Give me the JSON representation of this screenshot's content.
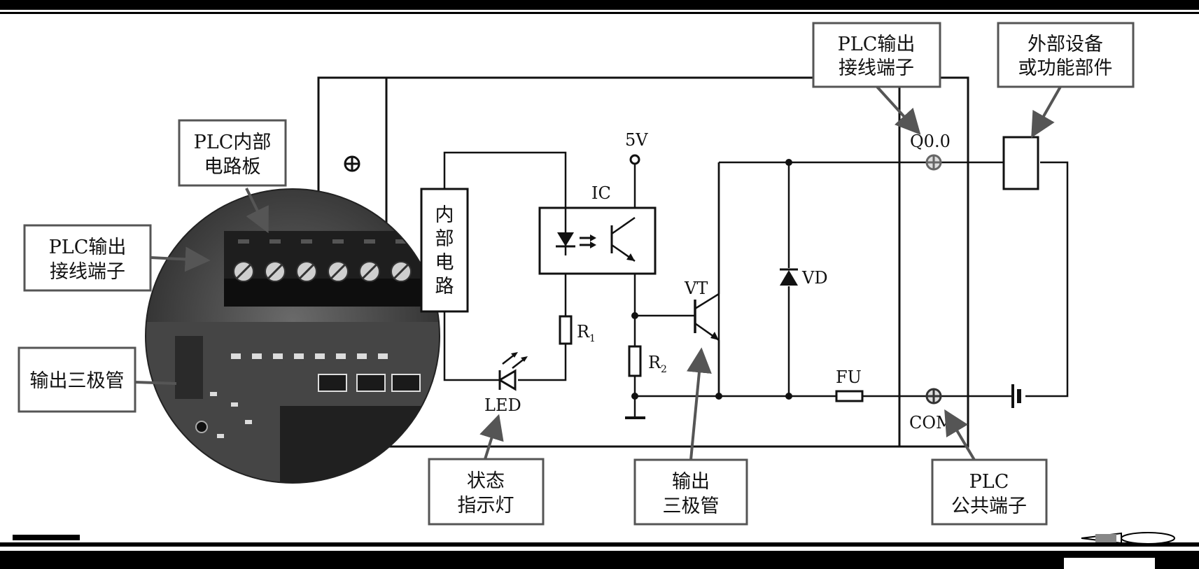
{
  "callouts": {
    "plc_output_terminal_top": [
      "PLC输出",
      "接线端子"
    ],
    "external_device": [
      "外部设备",
      "或功能部件"
    ],
    "plc_internal_board": [
      "PLC内部",
      "电路板"
    ],
    "plc_output_terminal_left": [
      "PLC输出",
      "接线端子"
    ],
    "output_transistor_left": [
      "输出三极管"
    ],
    "status_indicator": [
      "状态",
      "指示灯"
    ],
    "output_transistor_bottom": [
      "输出",
      "三极管"
    ],
    "plc_common_terminal": [
      "PLC",
      "公共端子"
    ]
  },
  "circuit_labels": {
    "supply": "5V",
    "ic": "IC",
    "internal_circuit": [
      "内",
      "部",
      "电",
      "路"
    ],
    "r1": "R",
    "r1_sub": "1",
    "r2": "R",
    "r2_sub": "2",
    "led": "LED",
    "vt": "VT",
    "vd": "VD",
    "fu": "FU",
    "q00": "Q0.0",
    "com": "COM"
  },
  "colors": {
    "ink": "#111111",
    "callout_border": "#555555",
    "board": "#3a3a3a"
  }
}
